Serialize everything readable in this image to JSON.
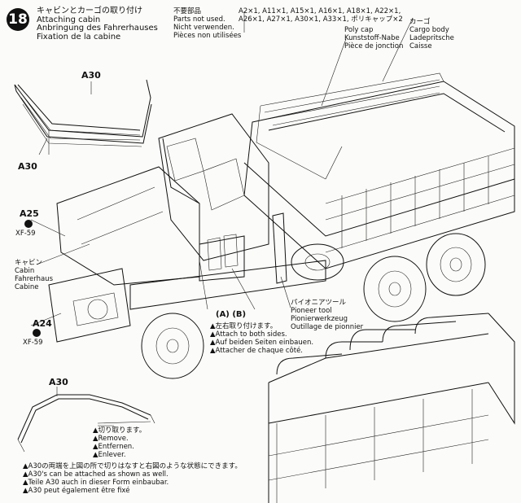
{
  "step": {
    "number": "18",
    "title_ja": "キャビンとカーゴの取り付け",
    "title_en": "Attaching cabin",
    "title_de": "Anbringung des Fahrerhauses",
    "title_fr": "Fixation de la cabine"
  },
  "unused_parts": {
    "title_ja": "不要部品",
    "line_en": "Parts not used.",
    "line_de": "Nicht verwenden.",
    "line_fr": "Pièces non utilisées",
    "list_line1": "A2×1, A11×1, A15×1, A16×1, A18×1, A22×1,",
    "list_line2": "A26×1, A27×1, A30×1, A33×1, ポリキャップ×2"
  },
  "cargo_label": {
    "ja": "カーゴ",
    "en": "Cargo body",
    "de": "Ladepritsche",
    "fr": "Caisse"
  },
  "polycap_label": {
    "en": "Poly cap",
    "de": "Kunststoff-Nabe",
    "fr": "Pièce de jonction"
  },
  "cabin_label": {
    "ja": "キャビン",
    "en": "Cabin",
    "de": "Fahrerhaus",
    "fr": "Cabine"
  },
  "tool_label": {
    "ja": "パイオニアツール",
    "en": "Pioneer tool",
    "de": "Pionierwerkzeug",
    "fr": "Outillage de pionnier"
  },
  "sides_note": {
    "marks": "(A)  (B)",
    "ja": "▲左右取り付けます。",
    "en": "▲Attach to both sides.",
    "de": "▲Auf beiden Seiten einbauen.",
    "fr": "▲Attacher de chaque côté."
  },
  "part_labels": {
    "a30_top": "A30",
    "a30_bottom": "A30",
    "a25": "A25",
    "xf59_a": "XF-59",
    "a24": "A24",
    "xf59_b": "XF-59",
    "a30_lower": "A30"
  },
  "remove_note": {
    "ja": "▲切り取ります。",
    "en": "▲Remove.",
    "de": "▲Entfernen.",
    "fr": "▲Enlever."
  },
  "footer_note": {
    "ja": "▲A30の両端を上図の所で切りはなすと右図のような状態にできます。",
    "en": "▲A30's can be attached as shown as well.",
    "de": "▲Teile A30 auch in dieser Form einbaubar.",
    "fr": "▲A30 peut également être fixé"
  }
}
